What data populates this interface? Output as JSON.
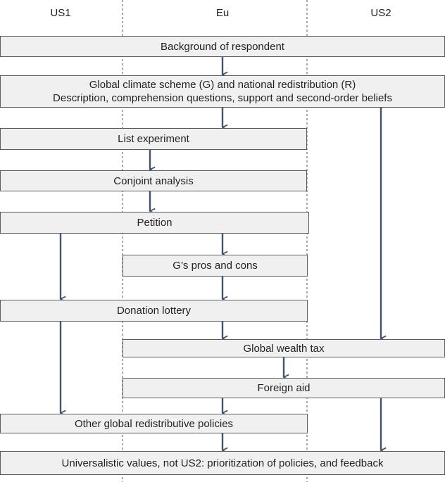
{
  "columns": {
    "us1": "US1",
    "eu": "Eu",
    "us2": "US2"
  },
  "boxes": {
    "background": "Background of respondent",
    "global_scheme_line1": "Global climate scheme (G) and national redistribution (R)",
    "global_scheme_line2": "Description, comprehension questions, support and second-order beliefs",
    "list_experiment": "List experiment",
    "conjoint": "Conjoint analysis",
    "petition": "Petition",
    "pros_cons": "G’s pros and cons",
    "donation": "Donation lottery",
    "wealth_tax": "Global wealth tax",
    "foreign_aid": "Foreign aid",
    "other_policies": "Other global redistributive policies",
    "universalistic": "Universalistic values, not US2: prioritization of policies, and feedback"
  },
  "colors": {
    "arrow": "#3f5372",
    "box_fill": "#f0f0f0",
    "box_border": "#5b5b5b",
    "divider": "#555555"
  }
}
